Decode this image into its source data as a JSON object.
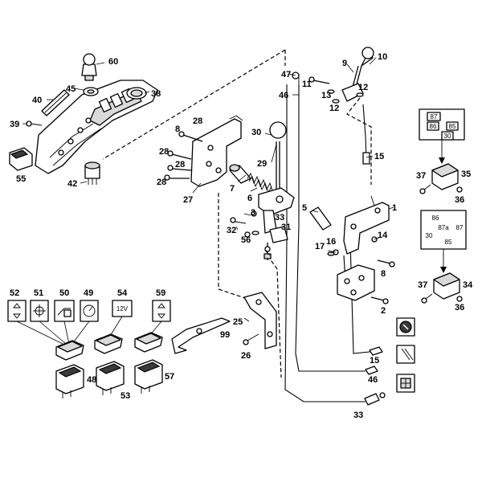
{
  "callouts": {
    "c1": "1",
    "c2": "2",
    "c5": "5",
    "c6": "6",
    "c7": "7",
    "c8a": "8",
    "c8b": "8",
    "c9": "9",
    "c10": "10",
    "c11": "11",
    "c12a": "12",
    "c12b": "12",
    "c13": "13",
    "c14": "14",
    "c15a": "15",
    "c15b": "15",
    "c16": "16",
    "c17": "17",
    "c25": "25",
    "c26": "26",
    "c27": "27",
    "c28a": "28",
    "c28b": "28",
    "c28c": "28",
    "c28d": "28",
    "c29": "29",
    "c30": "30",
    "c3": "3",
    "c31": "31",
    "c32": "32",
    "c33a": "33",
    "c33b": "33",
    "c34": "34",
    "c35": "35",
    "c36a": "36",
    "c36b": "36",
    "c37a": "37",
    "c37b": "37",
    "c38": "38",
    "c39": "39",
    "c40": "40",
    "c42": "42",
    "c45": "45",
    "c46a": "46",
    "c46b": "46",
    "c47": "47",
    "c48": "48",
    "c49": "49",
    "c50": "50",
    "c51": "51",
    "c52": "52",
    "c53": "53",
    "c54": "54",
    "c55": "55",
    "c56": "56",
    "c57": "57",
    "c59": "59",
    "c60": "60",
    "c99": "99"
  },
  "relay_a": {
    "t87": "87",
    "t86": "86",
    "t85": "85",
    "t30": "30"
  },
  "relay_b": {
    "t86": "86",
    "t87a": "87a",
    "t87": "87",
    "t30": "30",
    "t85": "85"
  },
  "switch_labels": {
    "voltage": "12V"
  }
}
